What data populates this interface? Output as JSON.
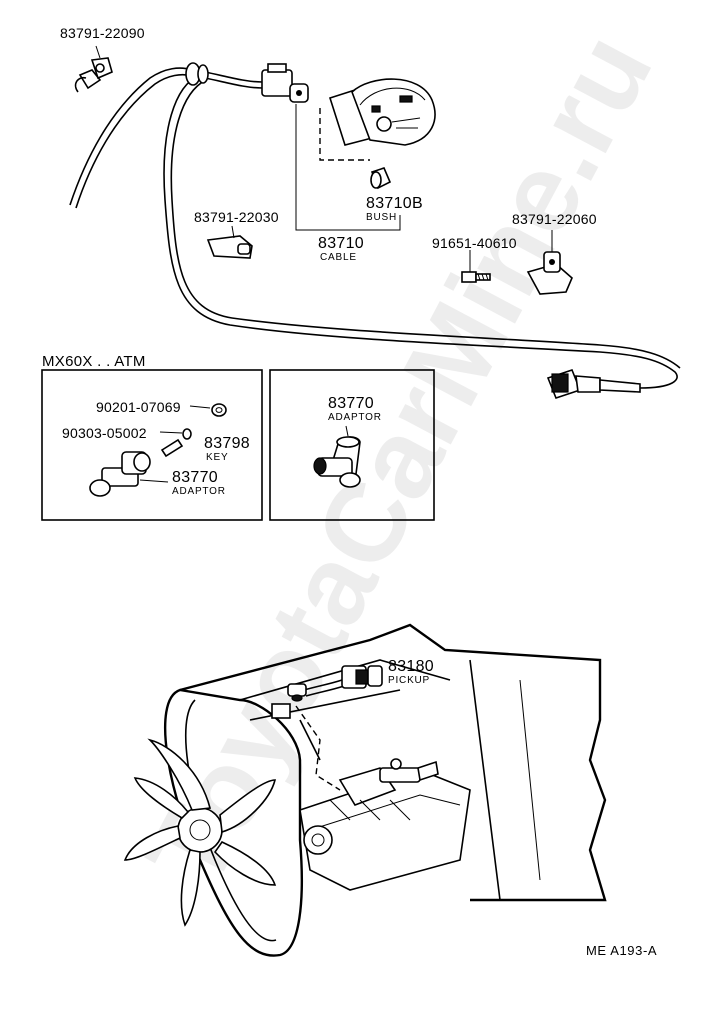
{
  "watermark": "ToyotaCarMine.ru",
  "labels": {
    "clip_a": "83791-22090",
    "clip_b": "83791-22030",
    "bush_pn": "83710B",
    "bush_name": "BUSH",
    "cable_pn": "83710",
    "cable_name": "CABLE",
    "bolt_pn": "91651-40610",
    "clip_c": "83791-22060",
    "section_title": "MX60X . . ATM",
    "box1_washer": "90201-07069",
    "box1_pin": "90303-05002",
    "box1_key_pn": "83798",
    "box1_key_name": "KEY",
    "box1_adaptor_pn": "83770",
    "box1_adaptor_name": "ADAPTOR",
    "box2_adaptor_pn": "83770",
    "box2_adaptor_name": "ADAPTOR",
    "pickup_pn": "83180",
    "pickup_name": "PICKUP",
    "figure_code": "ME A193-A"
  }
}
